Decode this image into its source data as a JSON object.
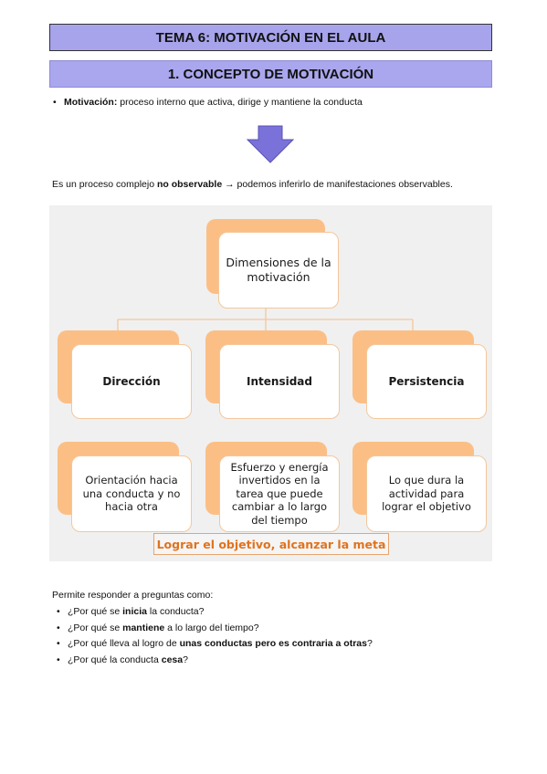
{
  "header": {
    "title": "TEMA 6: MOTIVACIÓN EN EL AULA",
    "section": "1. CONCEPTO DE MOTIVACIÓN"
  },
  "definition": {
    "term": "Motivación:",
    "text": " proceso interno que activa, dirige y mantiene la conducta"
  },
  "intro": {
    "before": "Es un proceso complejo ",
    "bold": "no observable",
    "after": "  → podemos inferirlo de manifestaciones observables."
  },
  "diagram": {
    "root": "Dimensiones de la motivación",
    "dimensions": [
      "Dirección",
      "Intensidad",
      "Persistencia"
    ],
    "descriptions": [
      "Orientación hacia una conducta y no hacia otra",
      "Esfuerzo y energía invertidos en la tarea que puede cambiar a lo largo del tiempo",
      "Lo que dura la actividad para lograr el objetivo"
    ],
    "goal": "Lograr el objetivo, alcanzar la meta"
  },
  "questions": {
    "intro": "Permite responder a preguntas como:",
    "items": [
      {
        "pre": "¿Por qué se ",
        "bold": "inicia",
        "post": " la conducta?"
      },
      {
        "pre": "¿Por qué se ",
        "bold": "mantiene",
        "post": " a lo largo del tiempo?"
      },
      {
        "pre": "¿Por qué lleva al logro de ",
        "bold": "unas conductas pero es contraria a otras",
        "post": "?"
      },
      {
        "pre": "¿Por qué la conducta ",
        "bold": "cesa",
        "post": "?"
      }
    ]
  },
  "colors": {
    "banner": "#a7a4ec",
    "box_back": "#fbbf86",
    "goal_text": "#e0731d",
    "arrow": "#7a72d8"
  }
}
